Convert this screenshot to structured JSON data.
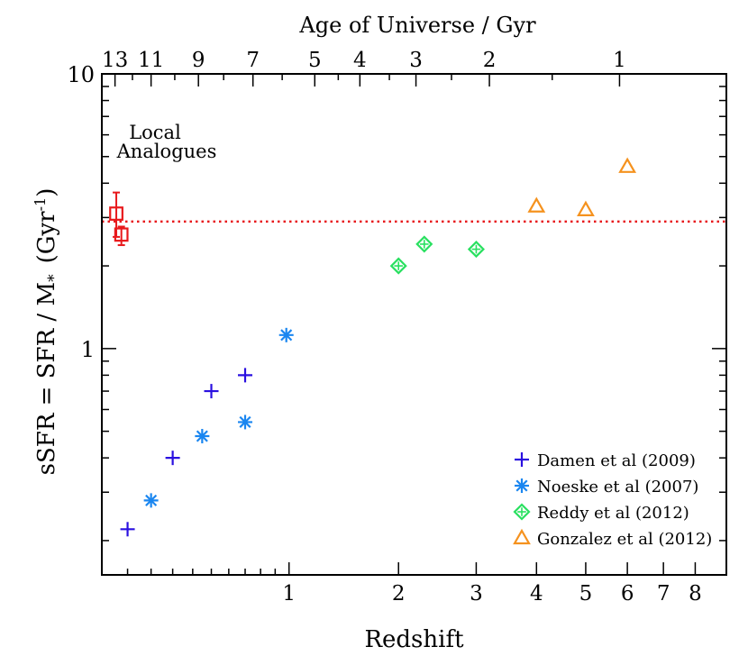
{
  "chart_data": {
    "type": "scatter",
    "title": "",
    "xlabel": "Redshift",
    "top_xlabel": "Age of Universe / Gyr",
    "ylabel_main": "sSFR  = SFR / M",
    "ylabel_sub": "*",
    "ylabel_unit": "(Gyr",
    "ylabel_exp": "-1",
    "ylabel_close": ")",
    "x_scale": "log(1+z)",
    "y_scale": "log",
    "xlim": [
      0,
      9.1
    ],
    "ylim": [
      0.15,
      10
    ],
    "x_ticks": [
      "1",
      "2",
      "3",
      "4",
      "5",
      "6",
      "7",
      "8"
    ],
    "x_tick_values": [
      1,
      2,
      3,
      4,
      5,
      6,
      7,
      8
    ],
    "y_ticks": [
      "1",
      "10"
    ],
    "y_tick_values": [
      1,
      10
    ],
    "top_ticks": [
      "13",
      "11",
      "9",
      "7",
      "5",
      "4",
      "3",
      "2",
      "1"
    ],
    "top_tick_redshifts": [
      0.05,
      0.2,
      0.43,
      0.75,
      1.2,
      1.6,
      2.2,
      3.2,
      5.8
    ],
    "reference_line": {
      "y": 2.9,
      "color": "#e8191c",
      "style": "dotted"
    },
    "annotation": {
      "lines": [
        "Local",
        "Analogues"
      ],
      "color": "#e8191c"
    },
    "legend_position": "bottom-right",
    "series": [
      {
        "name": "Damen et al (2009)",
        "marker": "plus",
        "color": "#2a10e0",
        "x": [
          0.1,
          0.3,
          0.5,
          0.7
        ],
        "y": [
          0.22,
          0.4,
          0.7,
          0.8
        ]
      },
      {
        "name": "Noeske et al (2007)",
        "marker": "asterisk",
        "color": "#1a86f0",
        "x": [
          0.2,
          0.45,
          0.7,
          0.98
        ],
        "y": [
          0.28,
          0.48,
          0.54,
          1.12
        ]
      },
      {
        "name": "Reddy et al (2012)",
        "marker": "diamond",
        "color": "#29e060",
        "x": [
          2.0,
          2.3,
          3.0
        ],
        "y": [
          2.0,
          2.4,
          2.3
        ]
      },
      {
        "name": "Gonzalez et al (2012)",
        "marker": "triangle",
        "color": "#f5921e",
        "x": [
          4.0,
          5.0,
          6.0
        ],
        "y": [
          3.3,
          3.2,
          4.6
        ]
      },
      {
        "name": "",
        "marker": "square",
        "color": "#e8191c",
        "x": [
          0.055,
          0.075
        ],
        "y": [
          3.1,
          2.6
        ],
        "yerr_low": [
          0.55,
          0.22
        ],
        "yerr_high": [
          0.6,
          0.18
        ]
      }
    ]
  }
}
